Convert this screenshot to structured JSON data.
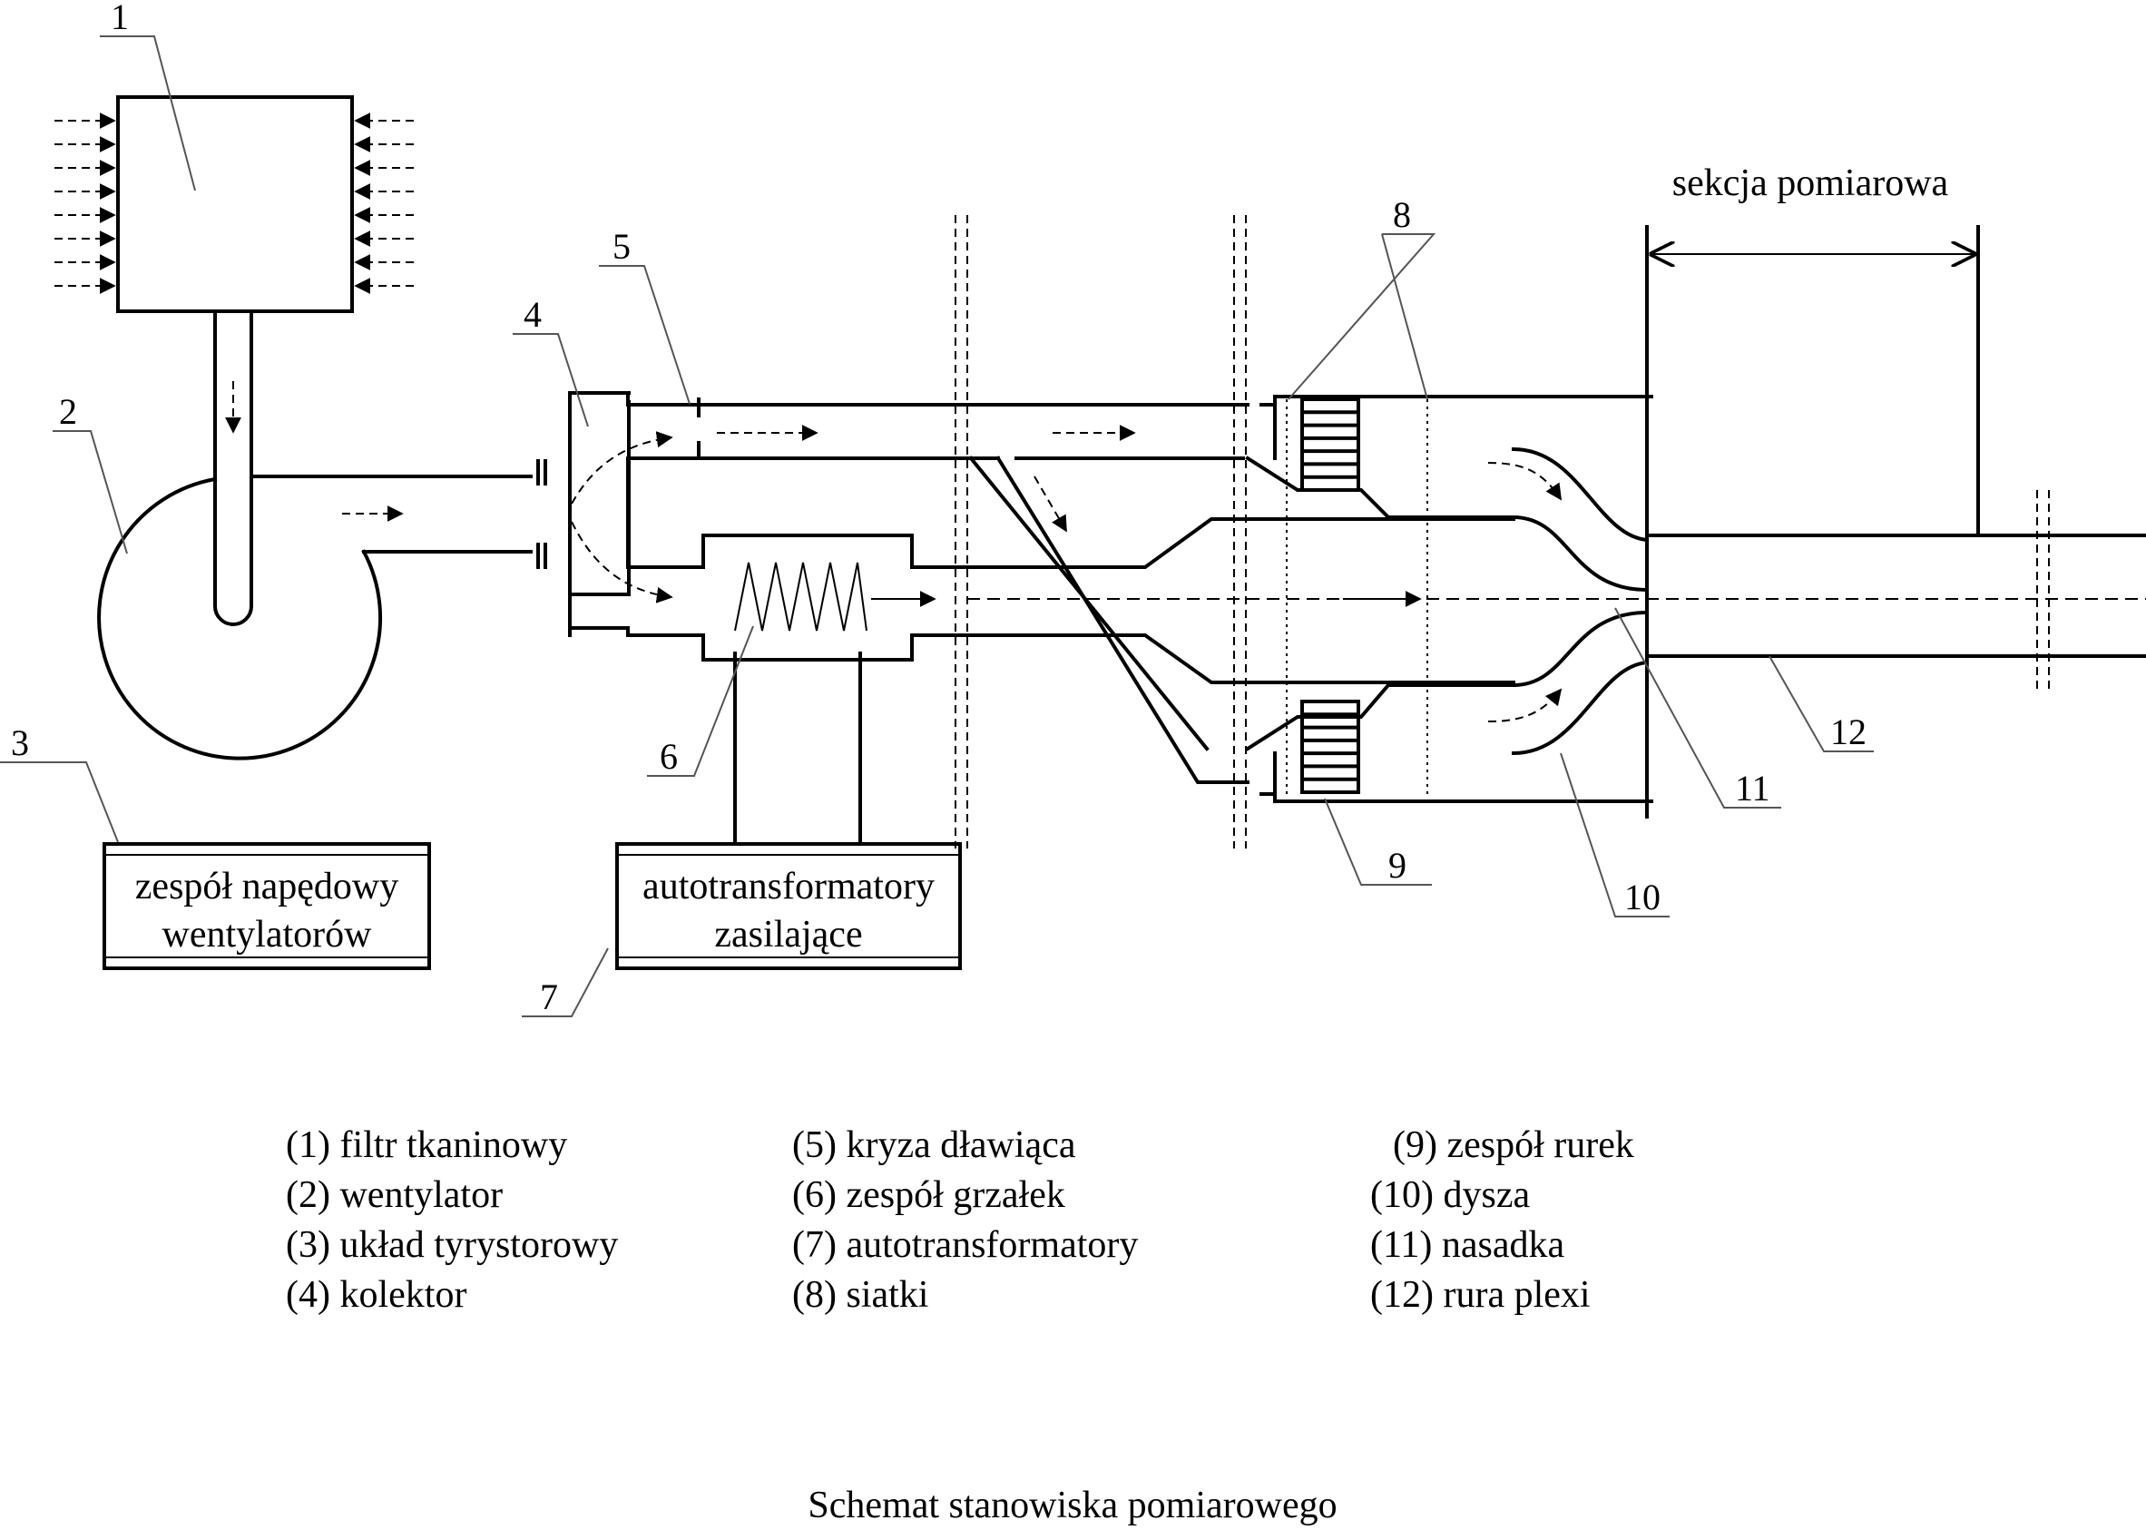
{
  "numbers": [
    "1",
    "2",
    "3",
    "4",
    "5",
    "6",
    "7",
    "8",
    "9",
    "10",
    "11",
    "12"
  ],
  "boxes": {
    "drive_line1": "zespół napędowy",
    "drive_line2": "wentylatorów",
    "transformer_line1": "autotransformatory",
    "transformer_line2": "zasilające"
  },
  "measurement_section": "sekcja pomiarowa",
  "legend": {
    "col1": [
      "(1) filtr tkaninowy",
      "(2) wentylator",
      "(3) układ tyrystorowy",
      "(4) kolektor"
    ],
    "col2": [
      "(5) kryza dławiąca",
      "(6) zespół grzałek",
      "(7) autotransformatory",
      "(8) siatki"
    ],
    "col3": [
      "(9) zespół rurek",
      "(10) dysza",
      "(11) nasadka",
      "(12) rura plexi"
    ]
  },
  "caption": "Schemat stanowiska pomiarowego"
}
